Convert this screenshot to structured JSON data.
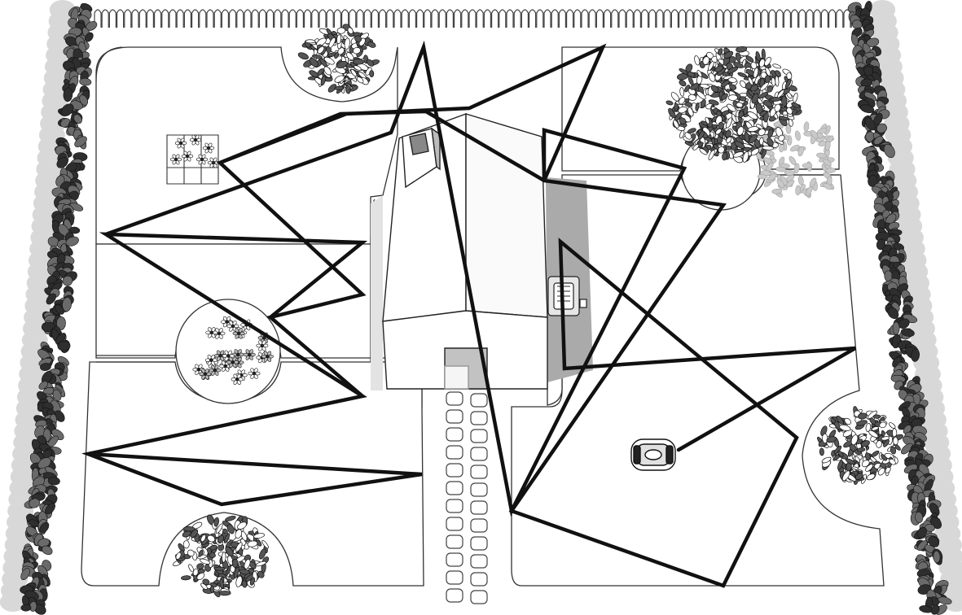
{
  "diagram": {
    "type": "robotic-lawn-mower-random-cutting-pattern",
    "style": "black-and-white line illustration",
    "elements": [
      "picket-fence",
      "left-hedge",
      "right-hedge",
      "lawn-zones",
      "house",
      "chimney",
      "garage-door",
      "stepping-stone-path",
      "charging-station",
      "robotic-mower",
      "flower-box",
      "flower-bed",
      "shrubs",
      "tree",
      "mowing-path"
    ],
    "colors": {
      "mowing_path": "#111111",
      "outline": "#333333",
      "house_shadow": "#aaaaaa",
      "hedge": "#3b3b3b",
      "foliage": "#555555",
      "background": "#ffffff"
    }
  }
}
